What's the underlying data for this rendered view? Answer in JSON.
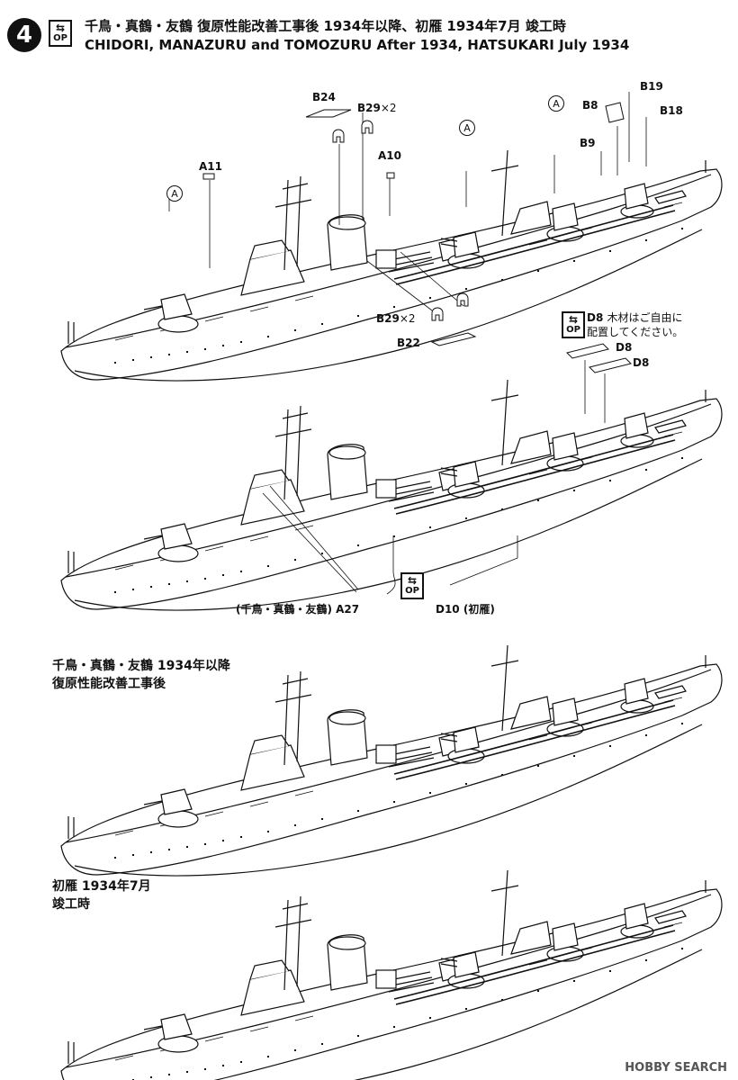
{
  "step": {
    "number": "4",
    "op_label": "OP",
    "title_jp": "千鳥・真鶴・友鶴 復原性能改善工事後 1934年以降、初雁 1934年7月 竣工時",
    "title_en": "CHIDORI, MANAZURU and TOMOZURU After 1934, HATSUKARI July 1934"
  },
  "parts": {
    "b24": "B24",
    "b29_top": "B29",
    "b29_top_qty": "×2",
    "a10": "A10",
    "a11": "A11",
    "b8": "B8",
    "b9": "B9",
    "b19": "B19",
    "b18": "B18",
    "b29_bottom": "B29",
    "b29_bottom_qty": "×2",
    "b22": "B22",
    "circle_a": "A",
    "d8a": "D8",
    "d8b": "D8",
    "a27": "(千鳥・真鶴・友鶴) A27",
    "d10": "D10 (初雁)"
  },
  "note": {
    "part": "D8",
    "text_line1": "木材はご自由に",
    "text_line2": "配置してください。"
  },
  "sections": {
    "chidori_line1": "千鳥・真鶴・友鶴 1934年以降",
    "chidori_line2": "復原性能改善工事後",
    "hatsukari_line1": "初雁 1934年7月",
    "hatsukari_line2": "竣工時"
  },
  "watermark": "HOBBY SEARCH",
  "icons": [
    "arrow-in-icon",
    "circle-a-icon"
  ]
}
